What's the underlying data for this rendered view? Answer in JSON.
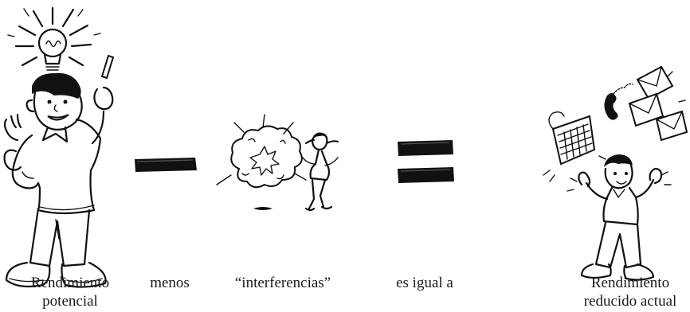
{
  "captions": {
    "potential": [
      "Rendimiento",
      "potencial"
    ],
    "minus": "menos",
    "interference": "“interferencias”",
    "equals": "es igual a",
    "actual": [
      "Rendimiento",
      "reducido actual"
    ]
  },
  "icons": {
    "figure_idea": "cartoon-man-with-lightbulb-idea",
    "minus_sign": "minus-sign-icon",
    "figure_interference": "explosion-and-startled-man",
    "equals_sign": "equals-sign-icon",
    "figure_juggling": "man-juggling-phone-keyboard-envelopes"
  }
}
